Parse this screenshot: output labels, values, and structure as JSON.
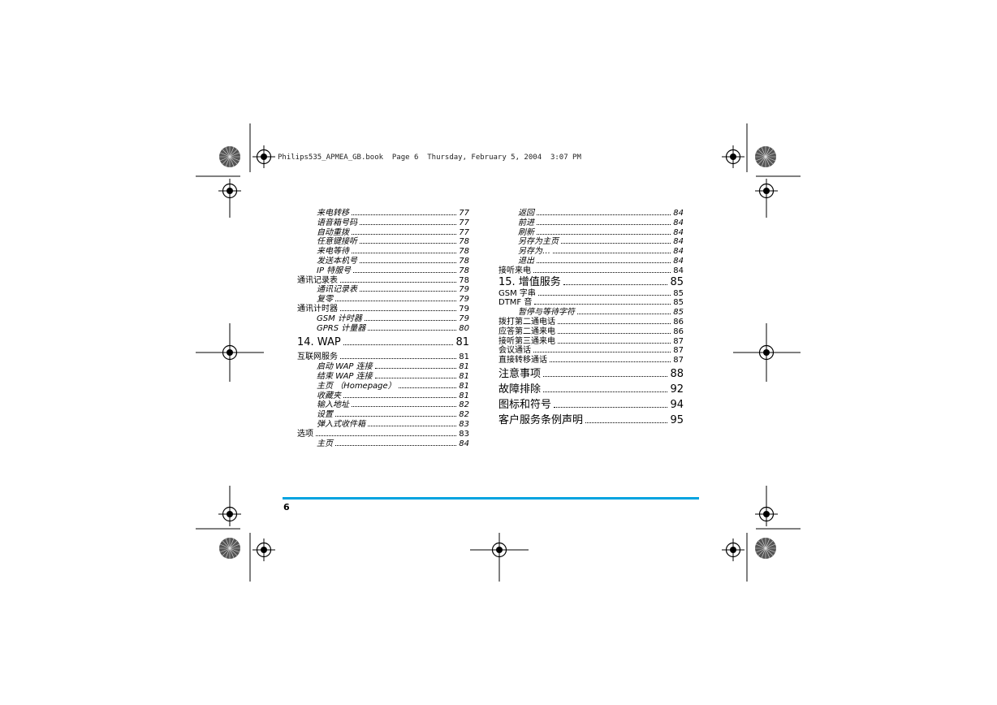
{
  "header": {
    "book_line": "Philips535_APMEA_GB.book  Page 6  Thursday, February 5, 2004  3:07 PM"
  },
  "toc": {
    "left": [
      {
        "label": "来电转移",
        "page": "77",
        "level": 3
      },
      {
        "label": "语音箱号码",
        "page": "77",
        "level": 3
      },
      {
        "label": "自动重拨",
        "page": "77",
        "level": 3
      },
      {
        "label": "任意键接听",
        "page": "78",
        "level": 3
      },
      {
        "label": "来电等待",
        "page": "78",
        "level": 3
      },
      {
        "label": "发送本机号",
        "page": "78",
        "level": 3
      },
      {
        "label": "IP 特服号",
        "page": "78",
        "level": 3
      },
      {
        "label": "通讯记录表",
        "page": "78",
        "level": 2
      },
      {
        "label": "通讯记录表",
        "page": "79",
        "level": 3
      },
      {
        "label": "复零",
        "page": "79",
        "level": 3
      },
      {
        "label": "通讯计时器",
        "page": "79",
        "level": 2
      },
      {
        "label": "GSM 计时器",
        "page": "79",
        "level": 3
      },
      {
        "label": "GPRS 计量器",
        "page": "80",
        "level": 3
      },
      {
        "label": "14. WAP",
        "page": "81",
        "level": 1
      },
      {
        "label": "互联网服务",
        "page": "81",
        "level": 2
      },
      {
        "label": "启动 WAP 连接",
        "page": "81",
        "level": 3
      },
      {
        "label": "结束 WAP 连接",
        "page": "81",
        "level": 3
      },
      {
        "label": "主页 （Homepage）",
        "page": "81",
        "level": 3
      },
      {
        "label": "收藏夹",
        "page": "81",
        "level": 3
      },
      {
        "label": "输入地址",
        "page": "82",
        "level": 3
      },
      {
        "label": "设置",
        "page": "82",
        "level": 3
      },
      {
        "label": "弹入式收件箱",
        "page": "83",
        "level": 3
      },
      {
        "label": "选项",
        "page": "83",
        "level": 2
      },
      {
        "label": "主页",
        "page": "84",
        "level": 3
      }
    ],
    "right": [
      {
        "label": "返回",
        "page": "84",
        "level": 3
      },
      {
        "label": "前进",
        "page": "84",
        "level": 3
      },
      {
        "label": "刷新",
        "page": "84",
        "level": 3
      },
      {
        "label": "另存为主页",
        "page": "84",
        "level": 3
      },
      {
        "label": "另存为…",
        "page": "84",
        "level": 3
      },
      {
        "label": "退出",
        "page": "84",
        "level": 3
      },
      {
        "label": "接听来电",
        "page": "84",
        "level": 2
      },
      {
        "label": "15. 增值服务",
        "page": "85",
        "level": 1
      },
      {
        "label": "GSM 字串",
        "page": "85",
        "level": 2
      },
      {
        "label": "DTMF 音",
        "page": "85",
        "level": 2
      },
      {
        "label": "暂停与等待字符",
        "page": "85",
        "level": 3
      },
      {
        "label": "拨打第二通电话",
        "page": "86",
        "level": 2
      },
      {
        "label": "应答第二通来电",
        "page": "86",
        "level": 2
      },
      {
        "label": "接听第三通来电",
        "page": "87",
        "level": 2
      },
      {
        "label": "会议通话",
        "page": "87",
        "level": 2
      },
      {
        "label": "直接转移通话",
        "page": "87",
        "level": 2
      },
      {
        "label": "注意事项",
        "page": "88",
        "level": 0
      },
      {
        "label": "故障排除",
        "page": "92",
        "level": 0
      },
      {
        "label": "图标和符号",
        "page": "94",
        "level": 0
      },
      {
        "label": "客户服务条例声明",
        "page": "95",
        "level": 0
      }
    ]
  },
  "footer": {
    "page_number": "6",
    "rule_color": "#00a3e0"
  }
}
